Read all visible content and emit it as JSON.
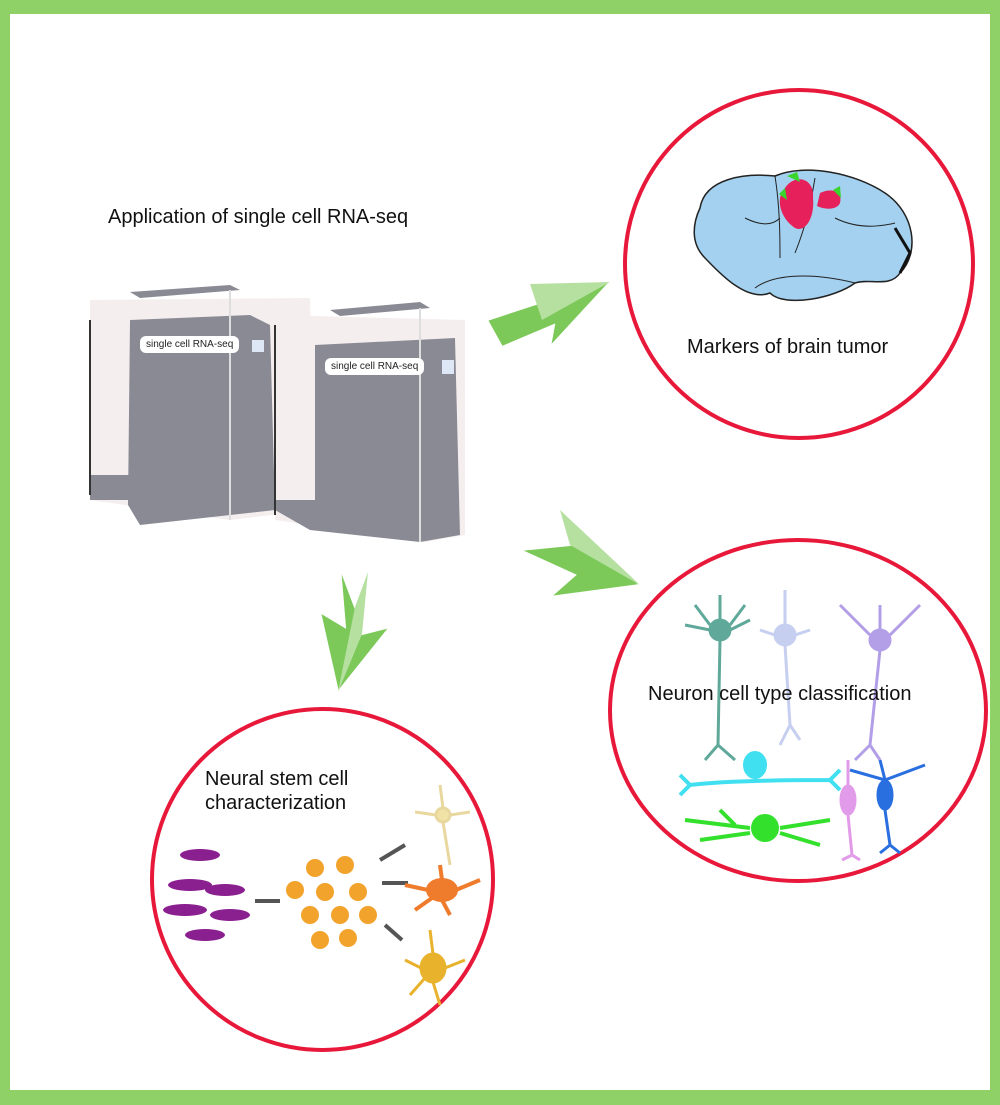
{
  "title": "Application of single cell RNA-seq",
  "machines": [
    {
      "label": "single cell RNA-seq"
    },
    {
      "label": "single cell RNA-seq"
    }
  ],
  "panels": {
    "brain": {
      "label": "Markers of brain tumor"
    },
    "neuron": {
      "label": "Neuron cell type classification"
    },
    "stem": {
      "label_line1": "Neural stem cell",
      "label_line2": "characterization"
    }
  },
  "colors": {
    "frame": "#8fd067",
    "circle_border": "#e8183a",
    "arrow": "#7cc95a",
    "brain": "#a3d1ef",
    "tumor": "#e5205a",
    "machine": "#8a8a94"
  }
}
